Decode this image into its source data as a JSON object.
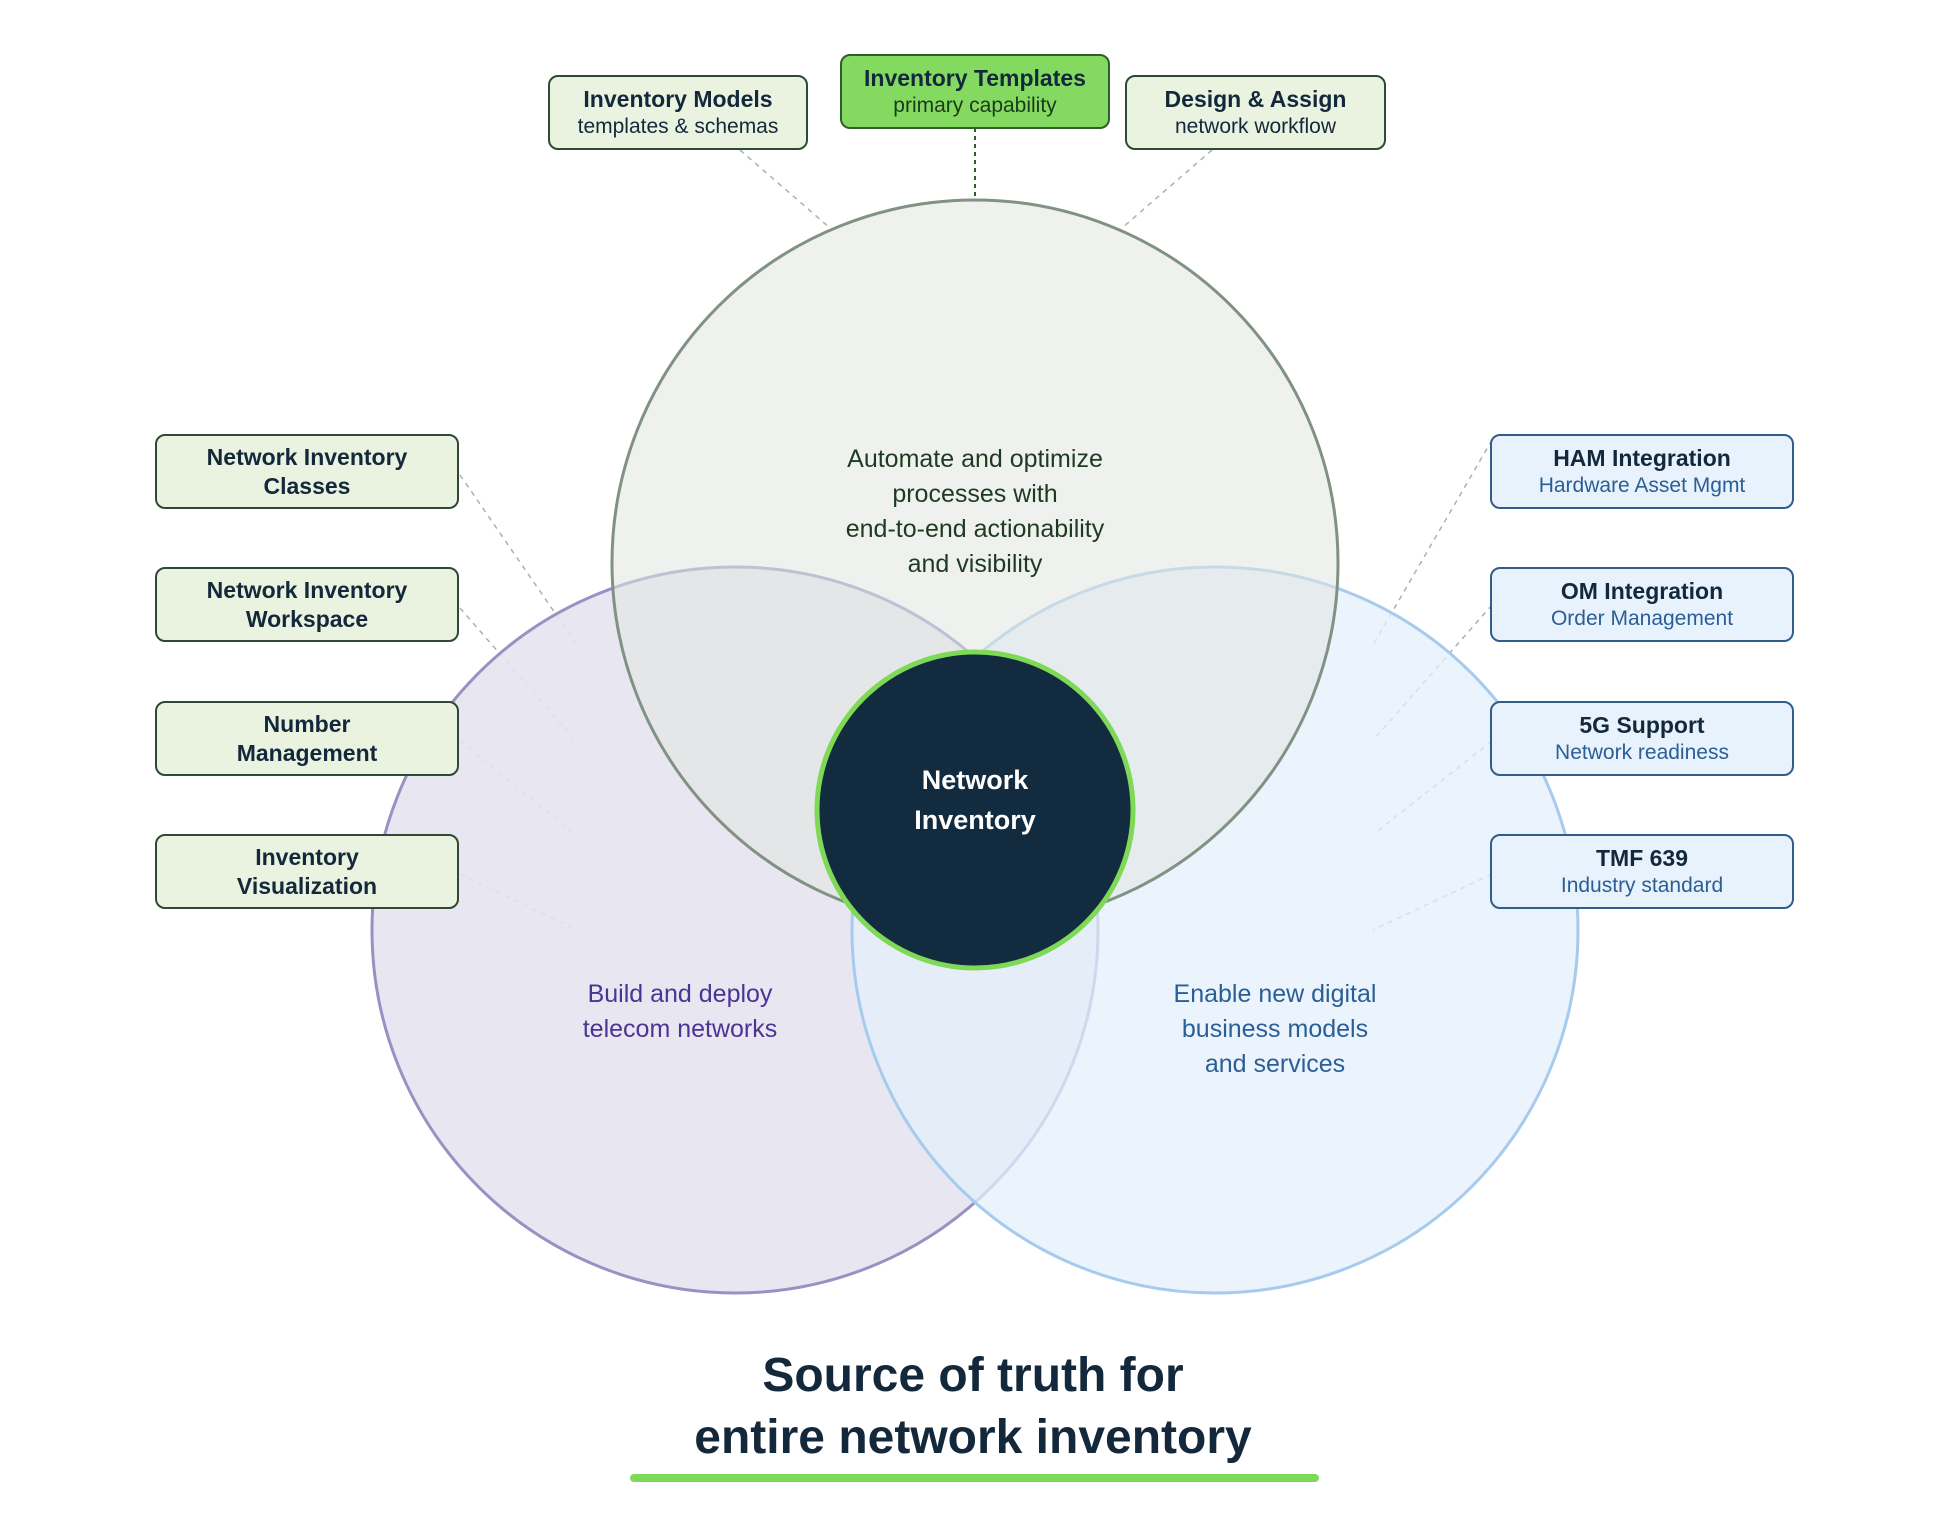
{
  "colors": {
    "top_circle": "#e1e6e0",
    "left_circle": "#e6e3ef",
    "right_circle": "#e4effb",
    "center_circle": "#132b3e",
    "accent_green": "#7ed957",
    "dark_text": "#13283b"
  },
  "circles": {
    "top": {
      "text": "Automate and optimize\nprocesses with\nend-to-end actionability\nand visibility"
    },
    "left": {
      "text": "Build and deploy\ntelecom networks"
    },
    "right": {
      "text": "Enable new digital\nbusiness models\nand services"
    },
    "center": {
      "text": "Network\nInventory"
    }
  },
  "top_labels": [
    {
      "title": "Inventory Models",
      "subtitle": "templates & schemas"
    },
    {
      "title": "Inventory Templates",
      "subtitle": "primary capability"
    },
    {
      "title": "Design & Assign",
      "subtitle": "network workflow"
    }
  ],
  "left_labels": [
    {
      "title": "Network Inventory\nClasses"
    },
    {
      "title": "Network Inventory\nWorkspace"
    },
    {
      "title": "Number\nManagement"
    },
    {
      "title": "Inventory\nVisualization"
    }
  ],
  "right_labels": [
    {
      "title": "HAM Integration",
      "subtitle": "Hardware Asset Mgmt"
    },
    {
      "title": "OM Integration",
      "subtitle": "Order Management"
    },
    {
      "title": "5G Support",
      "subtitle": "Network readiness"
    },
    {
      "title": "TMF 639",
      "subtitle": "Industry standard"
    }
  ],
  "tagline": "Source of truth for\nentire network inventory"
}
